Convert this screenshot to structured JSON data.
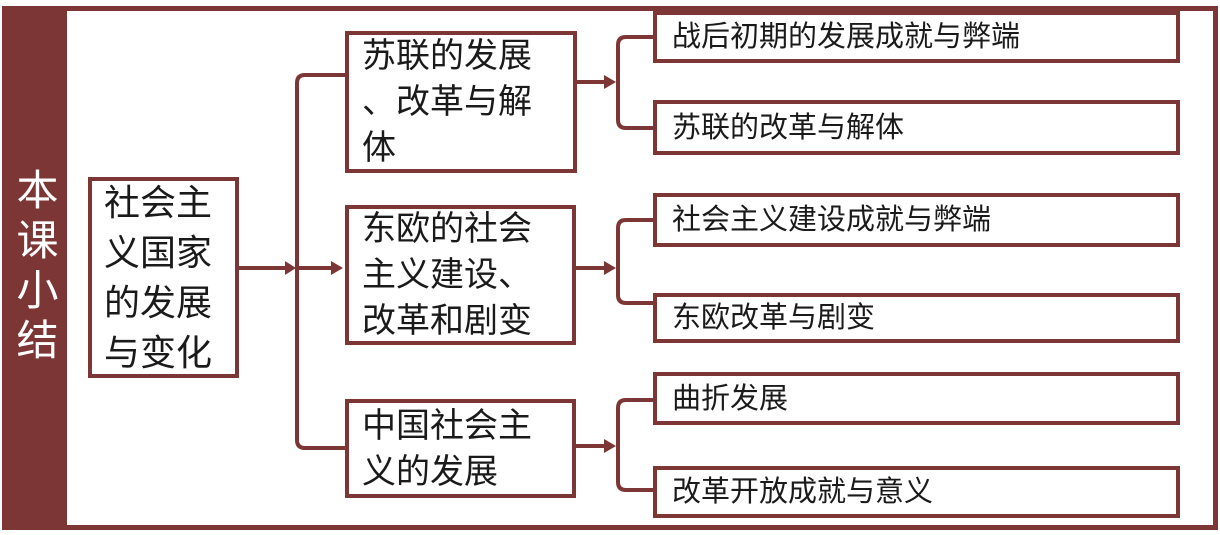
{
  "theme": {
    "accent_color": "#7c3636",
    "text_color": "#1a1a1a",
    "background_color": "#ffffff",
    "title_text_color": "#ffffff"
  },
  "sidebar": {
    "title": "本课小结"
  },
  "diagram": {
    "root": {
      "label": "社会主\n义国家\n的发展\n与变化",
      "label_plain": "社会主义国家的发展与变化"
    },
    "branches": [
      {
        "label": "苏联的发展\n、改革与解\n体",
        "label_plain": "苏联的发展、改革与解体",
        "children": [
          "战后初期的发展成就与弊端",
          "苏联的改革与解体"
        ]
      },
      {
        "label": "东欧的社会\n主义建设、\n改革和剧变",
        "label_plain": "东欧的社会主义建设、改革和剧变",
        "children": [
          "社会主义建设成就与弊端",
          "东欧改革与剧变"
        ]
      },
      {
        "label": "中国社会主\n义的发展",
        "label_plain": "中国社会主义的发展",
        "children": [
          "曲折发展",
          "改革开放成就与意义"
        ]
      }
    ]
  }
}
